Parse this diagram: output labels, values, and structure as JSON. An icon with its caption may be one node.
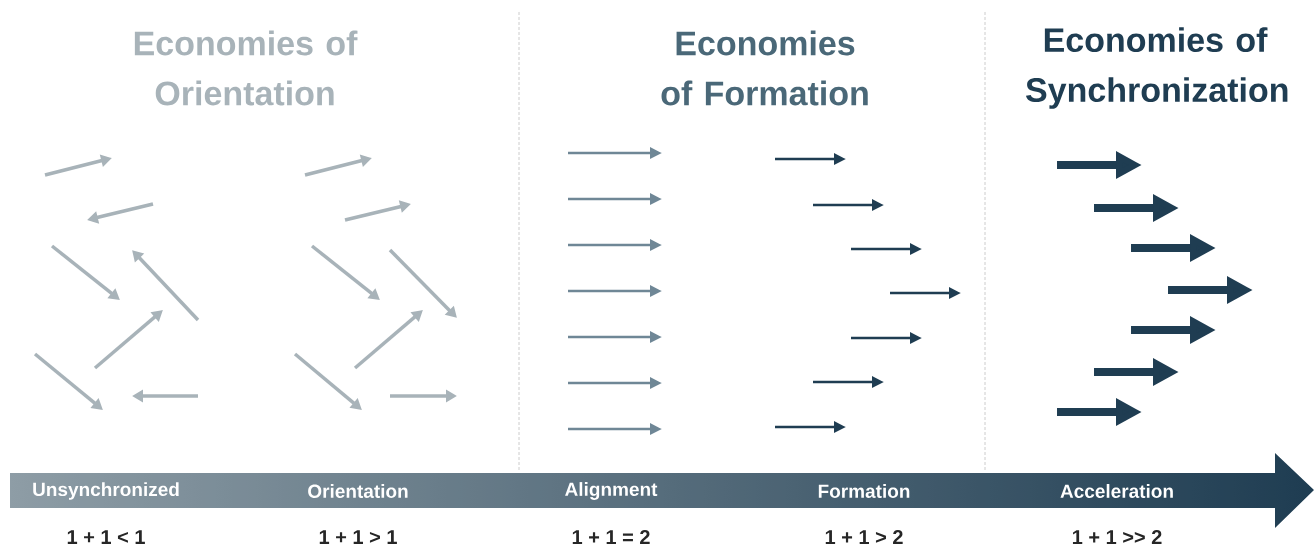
{
  "diagram": {
    "labels": [
      "Economies of Orientation",
      "Economies of Formation",
      "Economies of Synchronization",
      "Unsynchronized",
      "Orientation",
      "Alignment",
      "Formation",
      "Acceleration",
      "1 + 1 < 1",
      "1 + 1 > 1",
      "1 + 1 = 2",
      "1 + 1 > 2",
      "1 + 1 >> 2"
    ]
  }
}
